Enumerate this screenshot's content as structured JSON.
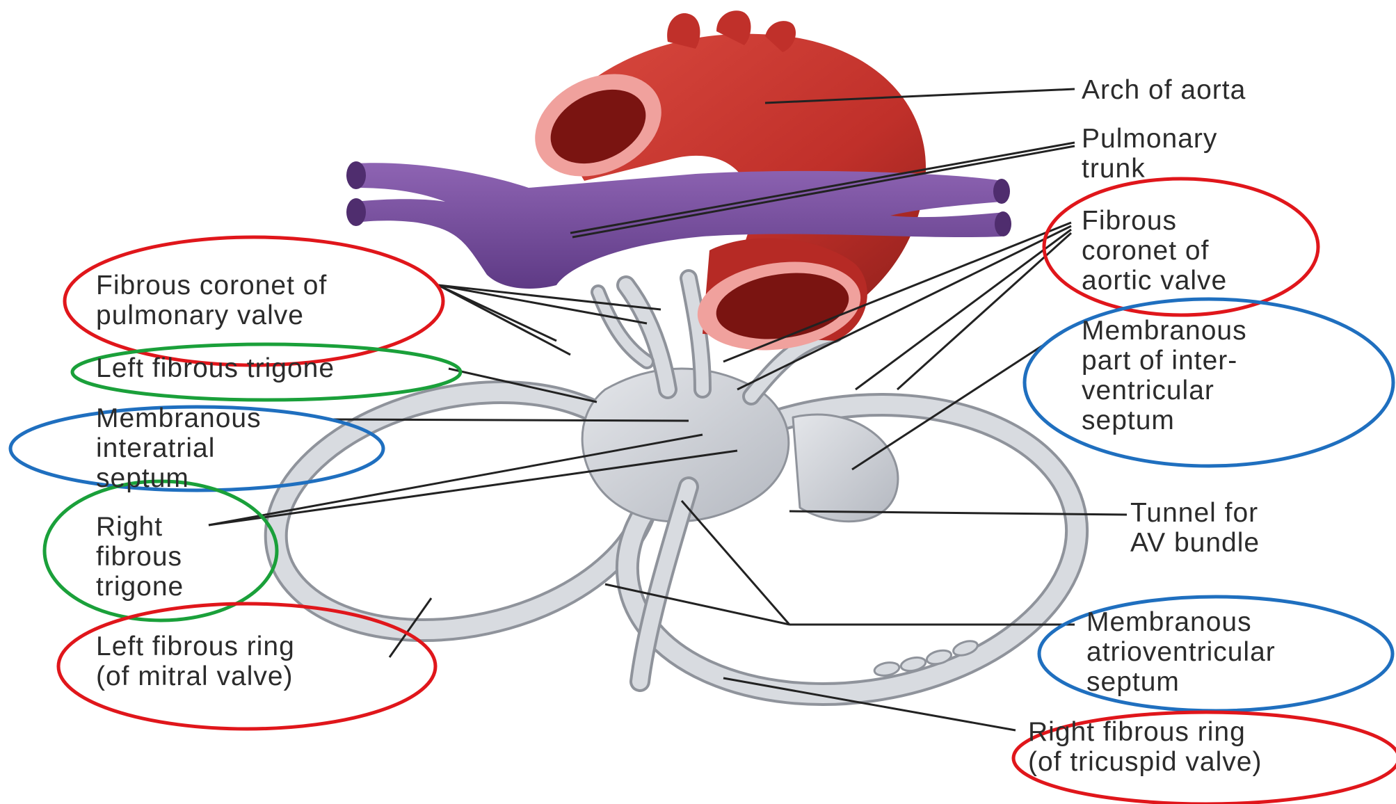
{
  "labels": {
    "arch_aorta": [
      "Arch of aorta"
    ],
    "pulmonary_trunk": [
      "Pulmonary",
      "trunk"
    ],
    "fibrous_coronet_aortic": [
      "Fibrous",
      "coronet of",
      "aortic valve"
    ],
    "membranous_interventricular": [
      "Membranous",
      "part of inter-",
      "ventricular",
      "septum"
    ],
    "tunnel_av_bundle": [
      "Tunnel for",
      "AV bundle"
    ],
    "membranous_av_septum": [
      "Membranous",
      "atrioventricular",
      "septum"
    ],
    "right_fibrous_ring": [
      "Right fibrous ring",
      "(of tricuspid valve)"
    ],
    "fibrous_coronet_pulmonary": [
      "Fibrous coronet of",
      "pulmonary valve"
    ],
    "left_fibrous_trigone": [
      "Left fibrous trigone"
    ],
    "membranous_interatrial": [
      "Membranous",
      "interatrial",
      "septum"
    ],
    "right_fibrous_trigone": [
      "Right",
      "fibrous",
      "trigone"
    ],
    "left_fibrous_ring": [
      "Left fibrous ring",
      "(of mitral valve)"
    ]
  },
  "colors": {
    "aorta": "#c8352d",
    "aorta_dark": "#8e1f1c",
    "aorta_inner": "#f1a3a0",
    "pulmonary": "#7b4f9e",
    "pulmonary_dark": "#4f2d6e",
    "skeleton": "#c9ccd2",
    "skeleton_edge": "#8f939b",
    "circle_red": "#e0161b",
    "circle_green": "#1aa03a",
    "circle_blue": "#1f6fbf",
    "leader": "#222222"
  }
}
